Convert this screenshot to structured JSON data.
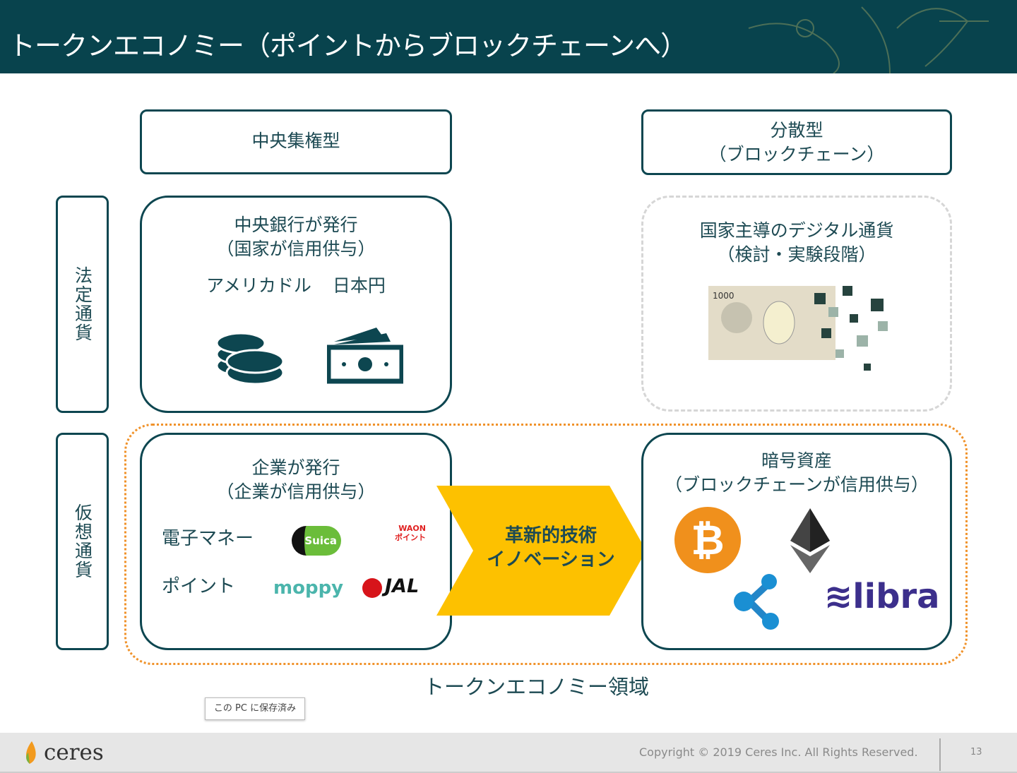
{
  "header": {
    "title": "トークンエコノミー（ポイントからブロックチェーンへ）"
  },
  "columns": {
    "centralized": "中央集権型",
    "decentralized_line1": "分散型",
    "decentralized_line2": "（ブロックチェーン）"
  },
  "rows": {
    "legal": "法定通貨",
    "virtual": "仮想通貨"
  },
  "central_bank": {
    "line1": "中央銀行が発行",
    "line2": "（国家が信用供与）",
    "usd": "アメリカドル",
    "jpy": "日本円"
  },
  "cbdc": {
    "line1": "国家主導のデジタル通貨",
    "line2": "（検討・実験段階）",
    "note_value": "1000"
  },
  "company": {
    "line1": "企業が発行",
    "line2": "（企業が信用供与）",
    "emoney": "電子マネー",
    "points": "ポイント",
    "logos": {
      "suica": "Suica",
      "waon": "WAON",
      "waon_sub": "ポイント",
      "moppy": "moppy",
      "jal": "JAL"
    }
  },
  "innovation": {
    "line1": "革新的技術",
    "line2": "イノベーション",
    "color": "#fdc100"
  },
  "crypto": {
    "line1": "暗号資産",
    "line2": "（ブロックチェーンが信用供与）",
    "libra": "libra"
  },
  "region_label": "トークンエコノミー領域",
  "tooltip": "この PC に保存済み",
  "footer": {
    "brand": "ceres",
    "copyright": "Copyright © 2019 Ceres Inc. All Rights Reserved.",
    "page": "13"
  }
}
